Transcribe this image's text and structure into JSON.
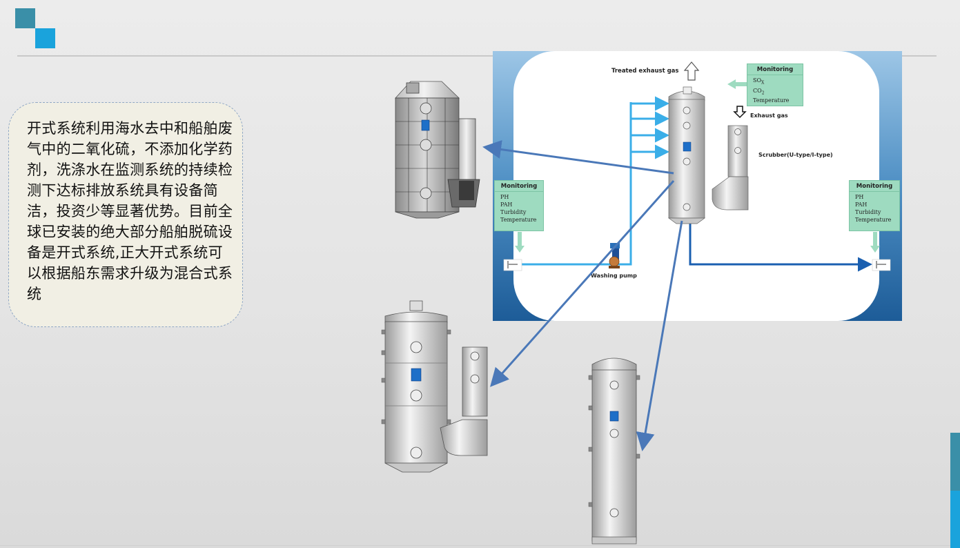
{
  "slide": {
    "description": "开式系统利用海水去中和船舶废气中的二氧化硫，不添加化学药剂，洗涤水在监测系统的持续检测下达标排放系统具有设备简洁，投资少等显著优势。目前全球已安装的绝大部分船舶脱硫设备是开式系统,正大开式系统可以根据船东需求升级为混合式系统"
  },
  "diagram": {
    "treated_exhaust_label": "Treated exhaust gas",
    "exhaust_gas_label": "Exhaust gas",
    "scrubber_label": "Scrubber(U-type/I-type)",
    "washing_pump_label": "Washing pump",
    "monitoring_gas": {
      "title": "Monitoring",
      "so_main": "SO",
      "so_sub": "X",
      "co_main": "CO",
      "co_sub": "2",
      "item3": "Temperature"
    },
    "monitoring_inlet": {
      "title": "Monitoring",
      "items": [
        "PH",
        "PAH",
        "Turbidity",
        "Temperature"
      ]
    },
    "monitoring_outlet": {
      "title": "Monitoring",
      "items": [
        "PH",
        "PAH",
        "Turbidity",
        "Temperature"
      ]
    }
  },
  "colors": {
    "accent_teal": "#3a8fa8",
    "accent_blue": "#1aa3dc",
    "monitor_green": "#9edbc0",
    "pipe_light_blue": "#3aaee8",
    "pipe_dark_blue": "#1a5fb0",
    "callout_arrow": "#4a78b8"
  },
  "icons": {
    "logo": "two-squares-logo",
    "exhaust_up": "hollow-up-arrow-icon",
    "exhaust_down": "black-down-arrow-icon"
  }
}
